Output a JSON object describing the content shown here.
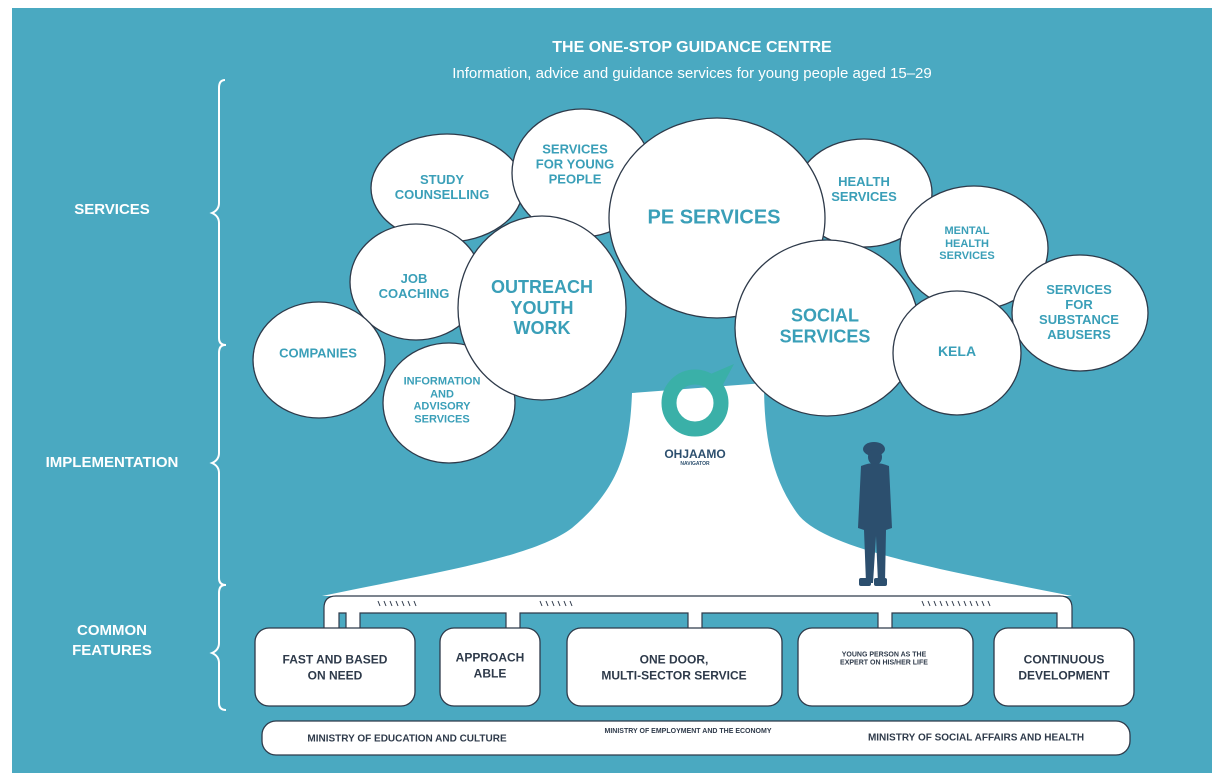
{
  "header": {
    "title": "THE ONE-STOP GUIDANCE CENTRE",
    "subtitle": "Information, advice and guidance services for young people aged 15–29"
  },
  "sections": {
    "services": "SERVICES",
    "implementation": "IMPLEMENTATION",
    "common_features": "COMMON\nFEATURES"
  },
  "clouds": {
    "study_counselling": "STUDY\nCOUNSELLING",
    "services_for_young_people": "SERVICES\nFOR YOUNG\nPEOPLE",
    "pe_services": "PE SERVICES",
    "health_services": "HEALTH\nSERVICES",
    "mental_health_services": "MENTAL\nHEALTH\nSERVICES",
    "job_coaching": "JOB\nCOACHING",
    "outreach_youth_work": "OUTREACH\nYOUTH\nWORK",
    "social_services": "SOCIAL\nSERVICES",
    "services_for_substance_abusers": "SERVICES\nFOR\nSUBSTANCE\nABUSERS",
    "companies": "COMPANIES",
    "information_and_advisory_services": "INFORMATION\nAND\nADVISORY\nSERVICES",
    "kela": "KELA"
  },
  "logo": {
    "wordmark": "OHJAAMO",
    "tagline": "NAVIGATOR"
  },
  "features": {
    "fast": "FAST AND BASED\nON NEED",
    "approachable": "APPROACH\nABLE",
    "one_door": "ONE DOOR,\nMULTI-SECTOR SERVICE",
    "young_person": "YOUNG PERSON AS THE\nEXPERT ON HIS/HER LIFE",
    "continuous": "CONTINUOUS\nDEVELOPMENT"
  },
  "ministries": {
    "education": "MINISTRY OF EDUCATION AND CULTURE",
    "employment": "MINISTRY OF EMPLOYMENT AND THE ECONOMY",
    "social_affairs": "MINISTRY OF SOCIAL AFFAIRS AND HEALTH"
  },
  "colors": {
    "background": "#4aa9c1",
    "cloud_fill": "#ffffff",
    "cloud_text": "#3a9fb8",
    "outline": "#2e3a4a",
    "logo": "#3ab0a8",
    "person": "#2c4f6e"
  }
}
